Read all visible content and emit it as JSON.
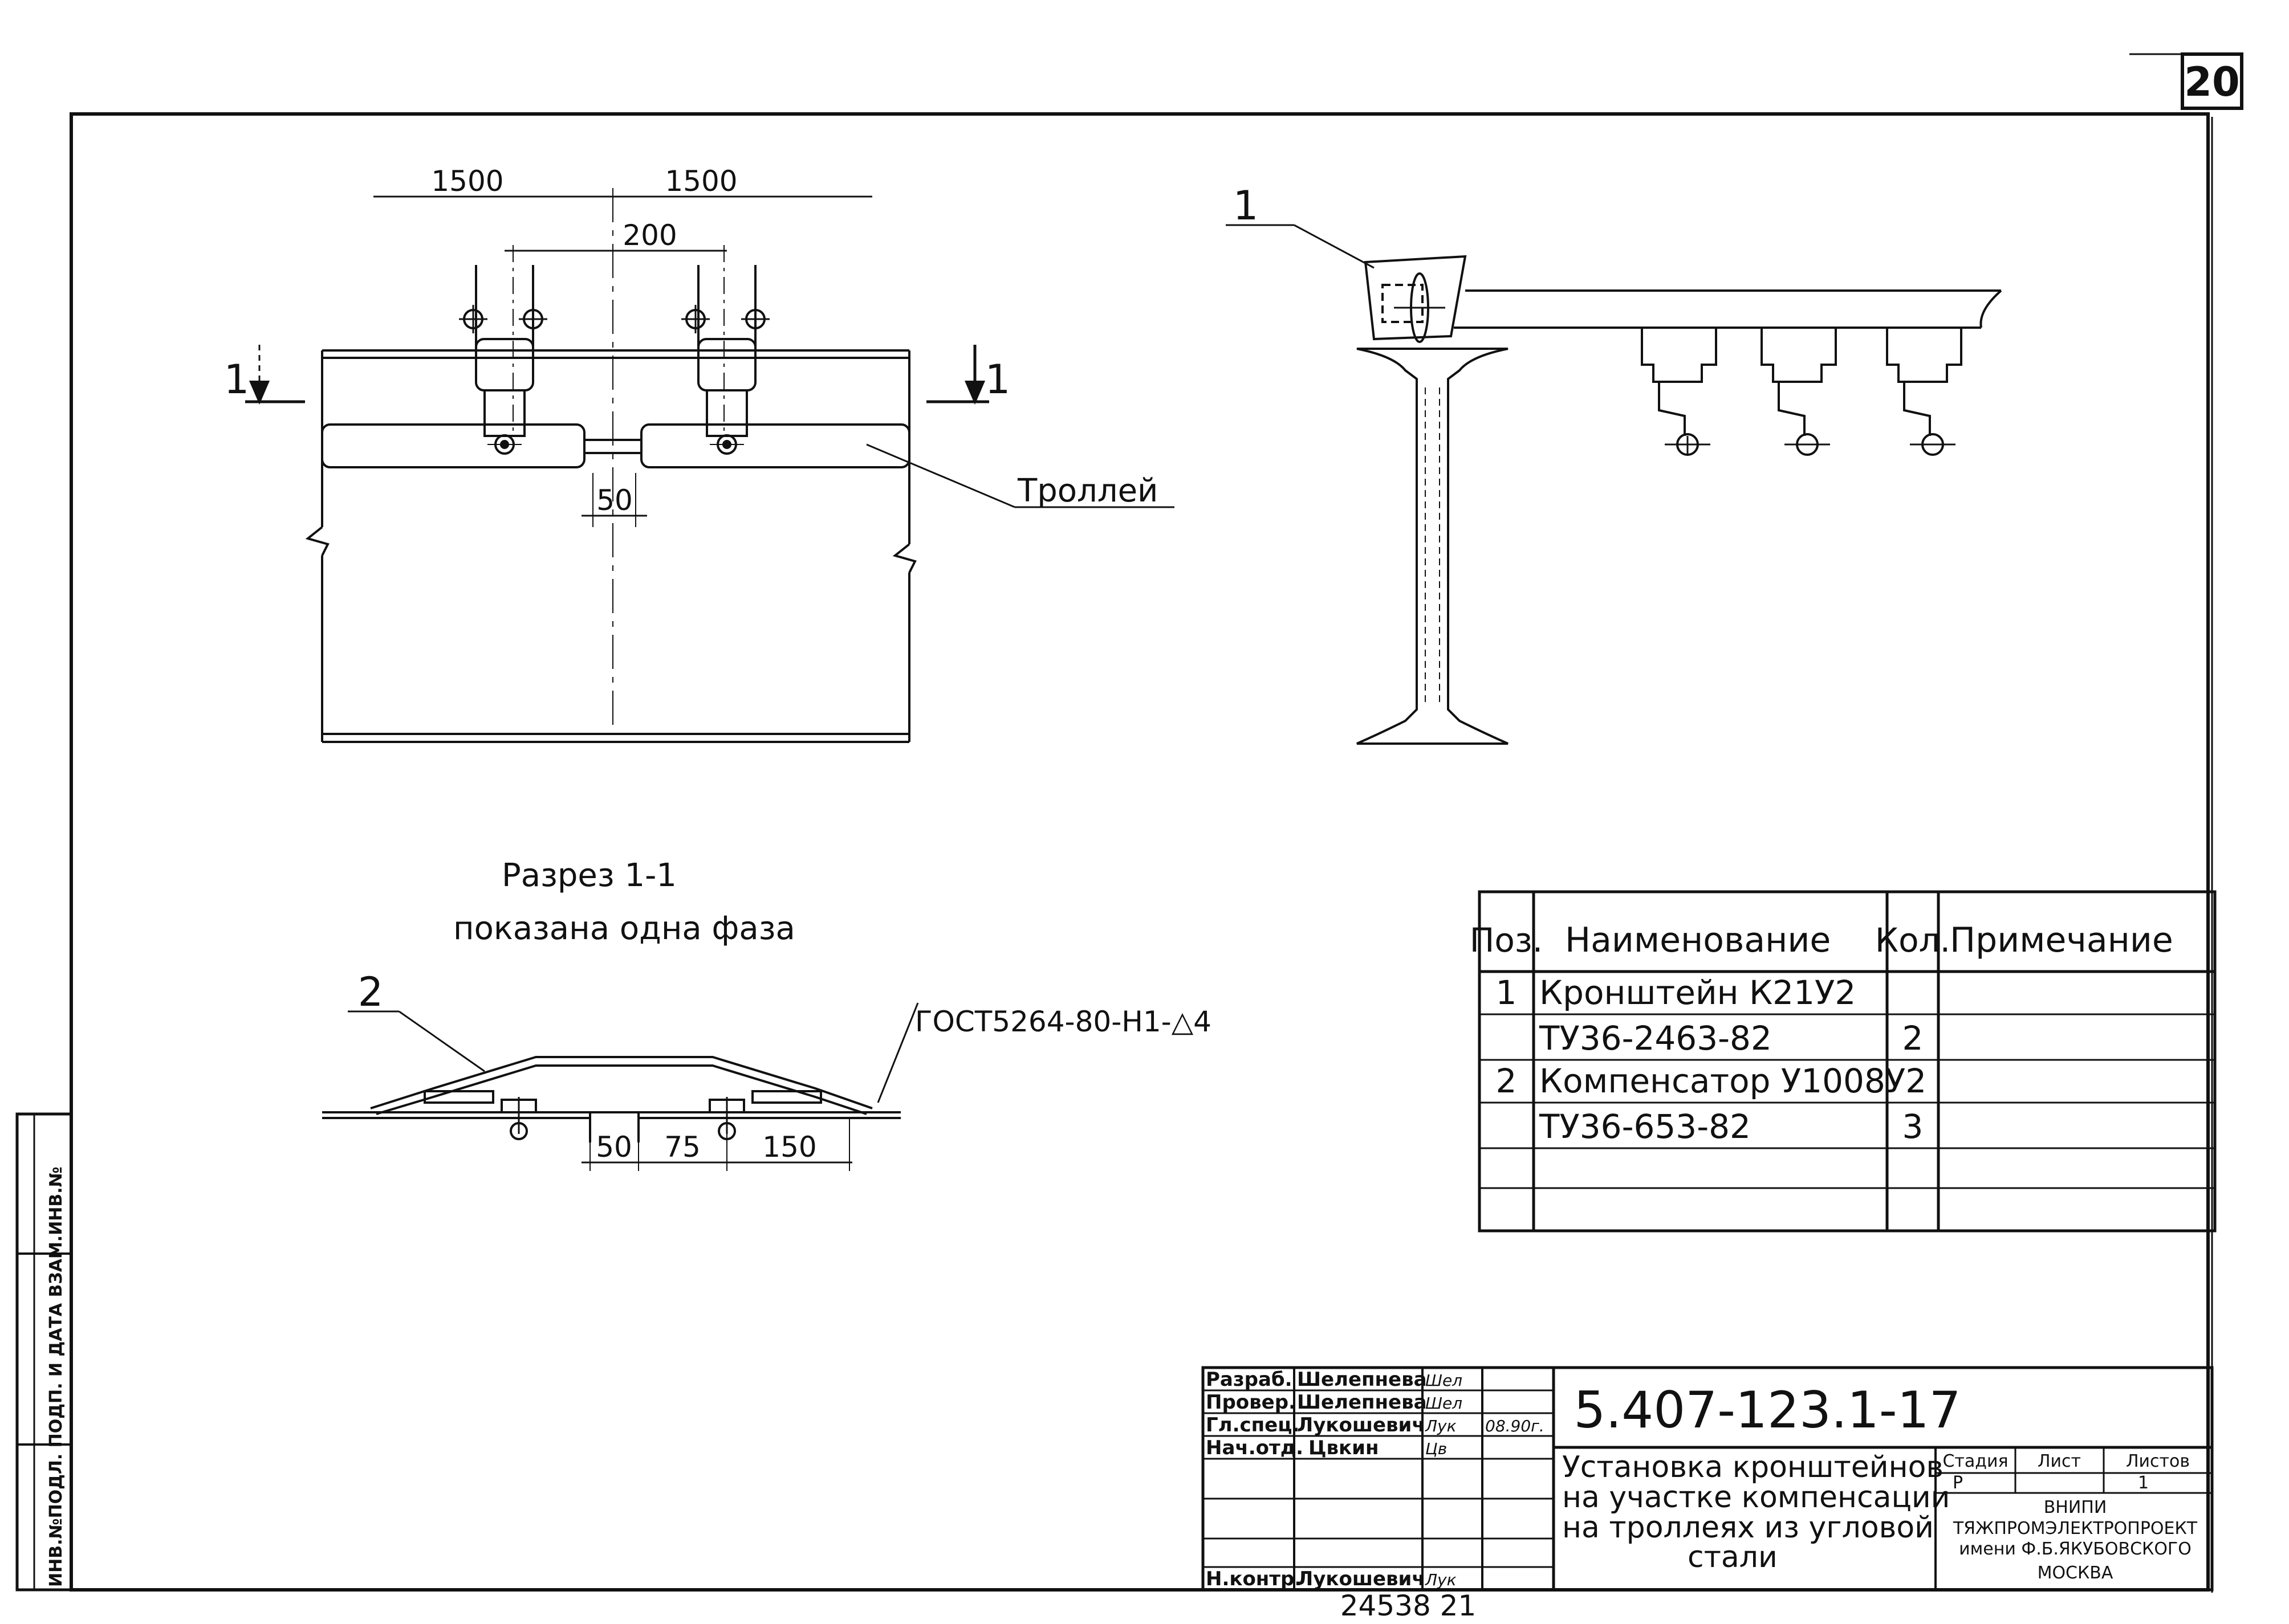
{
  "sheet": {
    "page_number": "20",
    "bottom_number": "24538   21",
    "side_stamp": "ИНВ.№ПОДЛ. ПОДП. И ДАТА  ВЗАМ.ИНВ.№"
  },
  "plan_view": {
    "dim_left": "1500",
    "dim_right": "1500",
    "dim_center": "200",
    "dim_gap": "50",
    "section_mark_left": "1",
    "section_mark_right": "1",
    "trolley_label": "Троллей"
  },
  "side_view": {
    "pos_label": "1"
  },
  "section_view": {
    "title": "Разрез 1-1",
    "subtitle": "показана одна  фаза",
    "pos_label": "2",
    "gost_label": "ГОСТ5264-80-Н1-△4",
    "dim_a": "50",
    "dim_b": "75",
    "dim_c": "150"
  },
  "spec_table": {
    "headers": [
      "Поз.",
      "Наименование",
      "Кол.",
      "Примечание"
    ],
    "rows": [
      {
        "pos": "1",
        "name": "Кронштейн К21У2",
        "qty": "",
        "note": ""
      },
      {
        "pos": "",
        "name": "ТУ36-2463-82",
        "qty": "2",
        "note": ""
      },
      {
        "pos": "2",
        "name": "Компенсатор У1008У2",
        "qty": "",
        "note": ""
      },
      {
        "pos": "",
        "name": "ТУ36-653-82",
        "qty": "3",
        "note": ""
      },
      {
        "pos": "",
        "name": "",
        "qty": "",
        "note": ""
      },
      {
        "pos": "",
        "name": "",
        "qty": "",
        "note": ""
      }
    ]
  },
  "title_block": {
    "roles": [
      {
        "role": "Разраб.",
        "name": "Шелепнева",
        "sign": "Шел",
        "date": ""
      },
      {
        "role": "Провер.",
        "name": "Шелепнева",
        "sign": "Шел",
        "date": ""
      },
      {
        "role": "Гл.спец.",
        "name": "Лукошевич",
        "sign": "Лук",
        "date": "08.90г."
      },
      {
        "role": "Нач.отд.",
        "name": "Цвкин",
        "sign": "Цв",
        "date": ""
      },
      {
        "role": "",
        "name": "",
        "sign": "",
        "date": ""
      },
      {
        "role": "",
        "name": "",
        "sign": "",
        "date": ""
      },
      {
        "role": "",
        "name": "",
        "sign": "",
        "date": ""
      },
      {
        "role": "Н.контр.",
        "name": "Лукошевич",
        "sign": "Лук",
        "date": ""
      }
    ],
    "doc_code": "5.407-123.1-17",
    "title_lines": [
      "Установка кронштейнов",
      "на участке компенсации",
      "на троллеях из угловой",
      "стали"
    ],
    "stage_label": "Стадия",
    "sheet_label": "Лист",
    "sheets_label": "Листов",
    "stage_value": "Р",
    "sheet_value": "1",
    "org_lines": [
      "ВНИПИ",
      "ТЯЖПРОМЭЛЕКТРОПРОЕКТ",
      "имени Ф.Б.ЯКУБОВСКОГО",
      "МОСКВА"
    ]
  }
}
